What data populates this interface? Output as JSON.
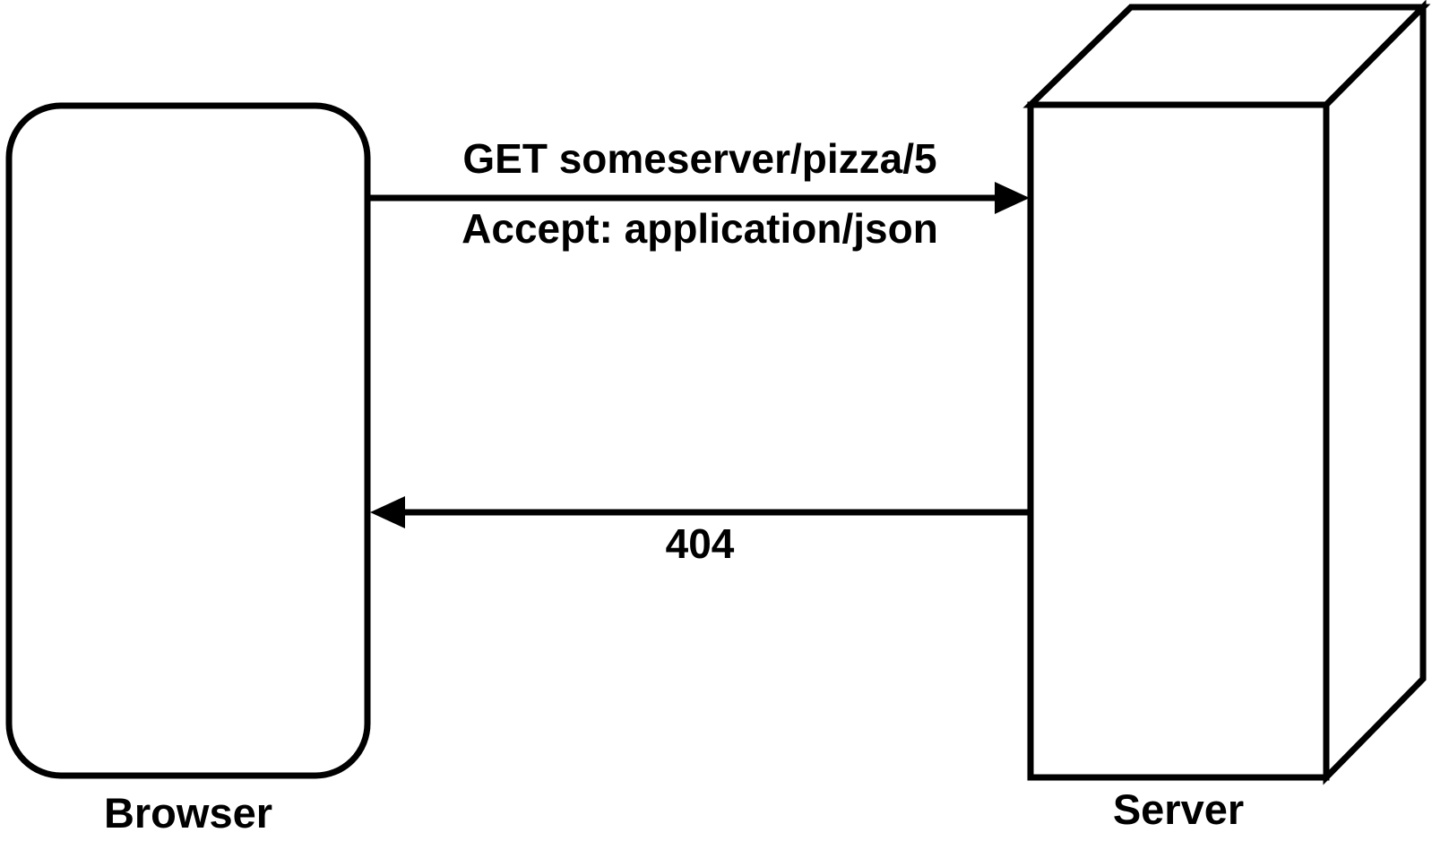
{
  "diagram": {
    "title": "HTTP request/response between browser and server",
    "nodes": {
      "browser": {
        "label": "Browser",
        "shape": "rounded-rectangle"
      },
      "server": {
        "label": "Server",
        "shape": "3d-box"
      }
    },
    "messages": {
      "request": {
        "from": "browser",
        "to": "server",
        "line1": "GET someserver/pizza/5",
        "line2": "Accept: application/json"
      },
      "response": {
        "from": "server",
        "to": "browser",
        "code": "404"
      }
    },
    "colors": {
      "stroke": "#000000",
      "fill": "#ffffff",
      "background": "#ffffff"
    }
  }
}
